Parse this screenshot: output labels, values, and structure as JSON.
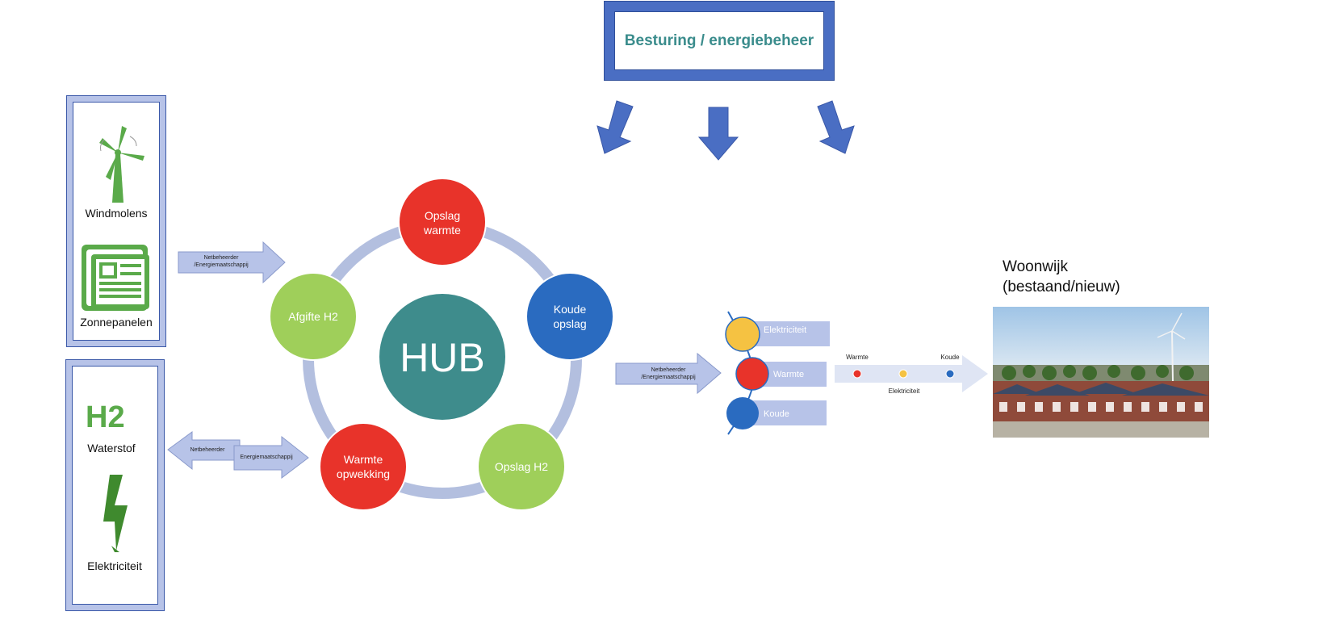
{
  "control": {
    "title": "Besturing / energiebeheer"
  },
  "sources": {
    "wind_label": "Windmolens",
    "solar_label": "Zonnepanelen",
    "h2_symbol": "H2",
    "hydrogen_label": "Waterstof",
    "electricity_label": "Elektriciteit"
  },
  "arrows": {
    "top_arrow_text": [
      "Netbeheerder",
      "/Energiemaatschappij"
    ],
    "bottom_left_text": "Netbeheerder",
    "bottom_right_text": "Energiemaatschappij",
    "right_arrow_text": [
      "Netbeheerder",
      "/Energiemaatschappij"
    ]
  },
  "hub": {
    "center": "HUB",
    "nodes": [
      {
        "label": [
          "Opslag",
          "warmte"
        ],
        "color": "#e8332a"
      },
      {
        "label": [
          "Koude",
          "opslag"
        ],
        "color": "#2a6bc0"
      },
      {
        "label": [
          "Opslag H2"
        ],
        "color": "#9fcf5a"
      },
      {
        "label": [
          "Warmte",
          "opwekking"
        ],
        "color": "#e8332a"
      },
      {
        "label": [
          "Afgifte H2"
        ],
        "color": "#9fcf5a"
      }
    ],
    "center_color": "#3e8c8c",
    "ring_color": "#b3bfdf"
  },
  "streams": [
    {
      "label": "Elektriciteit",
      "color": "#f5c242"
    },
    {
      "label": "Warmte",
      "color": "#e8332a"
    },
    {
      "label": "Koude",
      "color": "#2a6bc0"
    }
  ],
  "delivery": {
    "left_label": "Warmte",
    "right_label": "Koude",
    "bottom_label": "Elektriciteit"
  },
  "neighbourhood": {
    "title_line1": "Woonwijk",
    "title_line2": "(bestaand/nieuw)"
  },
  "colors": {
    "blue_arrow": "#4a6ec3",
    "pale_arrow": "#b7c3e8",
    "green_icon": "#5aaa4a",
    "teal_text": "#3a8c8c"
  }
}
